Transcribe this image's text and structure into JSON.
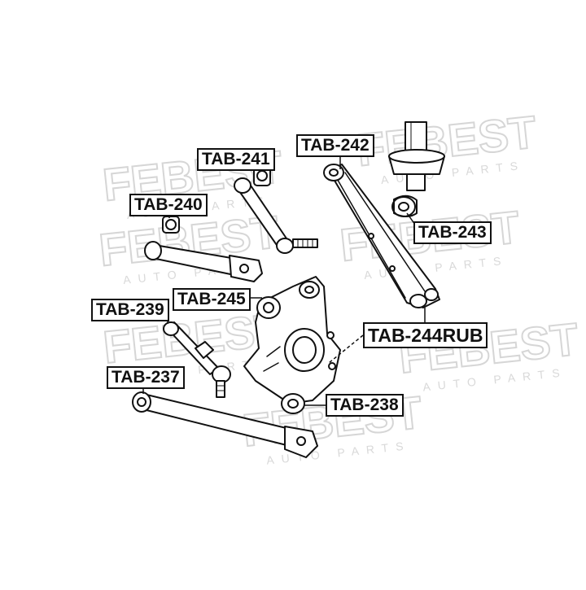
{
  "watermark": {
    "brand": "FEBEST",
    "tagline": "AUTO PARTS",
    "color": "#dcdcdc"
  },
  "parts": [
    {
      "id": "p241",
      "code": "TAB-241"
    },
    {
      "id": "p242",
      "code": "TAB-242"
    },
    {
      "id": "p240",
      "code": "TAB-240"
    },
    {
      "id": "p243",
      "code": "TAB-243"
    },
    {
      "id": "p245",
      "code": "TAB-245"
    },
    {
      "id": "p239",
      "code": "TAB-239"
    },
    {
      "id": "p244",
      "code": "TAB-244RUB"
    },
    {
      "id": "p237",
      "code": "TAB-237"
    },
    {
      "id": "p238",
      "code": "TAB-238"
    }
  ],
  "colors": {
    "ink": "#111111",
    "fill": "#ffffff"
  }
}
